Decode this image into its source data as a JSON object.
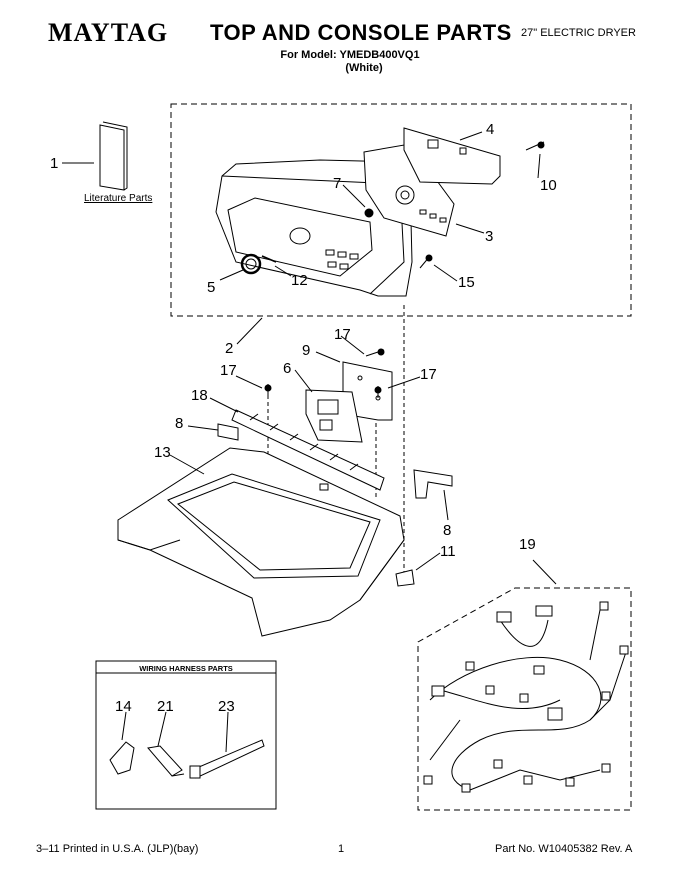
{
  "header": {
    "brand": "MAYTAG",
    "title": "TOP AND CONSOLE PARTS",
    "model_line": "For Model: YMEDB400VQ1",
    "color_line": "(White)",
    "product": "27\" ELECTRIC DRYER"
  },
  "labels": {
    "literature": "Literature Parts",
    "wiring_box_title": "WIRING HARNESS PARTS"
  },
  "callouts": {
    "c1": "1",
    "c2": "2",
    "c3": "3",
    "c4": "4",
    "c5": "5",
    "c6": "6",
    "c7": "7",
    "c8a": "8",
    "c8b": "8",
    "c9": "9",
    "c10": "10",
    "c11": "11",
    "c12": "12",
    "c13": "13",
    "c14": "14",
    "c15": "15",
    "c17a": "17",
    "c17b": "17",
    "c17c": "17",
    "c18": "18",
    "c19": "19",
    "c21": "21",
    "c23": "23"
  },
  "footer": {
    "print_info": "3–11 Printed in U.S.A. (JLP)(bay)",
    "page": "1",
    "part_no": "Part No. W10405382 Rev. A"
  }
}
